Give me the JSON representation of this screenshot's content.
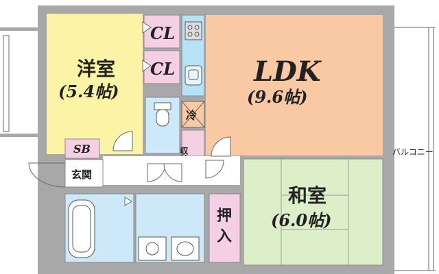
{
  "rooms": {
    "western": {
      "name": "洋室",
      "size": "(5.4帖)"
    },
    "ldk": {
      "name": "LDK",
      "size": "(9.6帖)"
    },
    "japanese": {
      "name": "和室",
      "size": "(6.0帖)"
    },
    "closet_1": {
      "label": "CL"
    },
    "closet_2": {
      "label": "CL"
    },
    "fridge": {
      "label": "冷"
    },
    "storage": {
      "label": "収納"
    },
    "shoebox": {
      "label": "SB"
    },
    "entrance": {
      "label": "玄関"
    },
    "oshiire": {
      "label": "押入"
    },
    "balcony": {
      "label": "バルコニー"
    }
  },
  "colors": {
    "wall": "#a8a8a8",
    "western": "#fbf3a6",
    "ldk": "#f8c9a2",
    "japanese": "#dcefc9",
    "closet": "#f5cfe4",
    "wet_area": "#cde8f8",
    "kitchen": "#b6e2f6"
  }
}
